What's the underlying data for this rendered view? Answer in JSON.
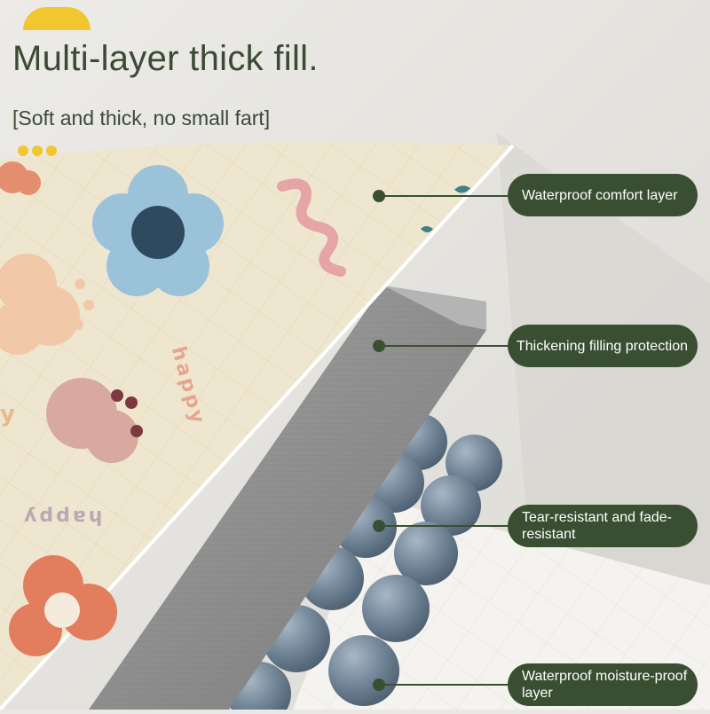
{
  "title": "Multi-layer thick fill.",
  "subtitle": "[Soft and thick, no small fart]",
  "mat_print": {
    "word_1": "happy",
    "word_2": "happy",
    "word_3": "y"
  },
  "callouts": [
    {
      "text": "Waterproof comfort layer"
    },
    {
      "text": "Thickening filling protection"
    },
    {
      "text": "Tear-resistant and fade-resistant"
    },
    {
      "text": "Waterproof moisture-proof layer"
    }
  ],
  "colors": {
    "label_bg": "#3a4f31",
    "title_text": "#3b4a33",
    "mat_top": "#efe6cf",
    "foam_layer": "#8e8e8e",
    "beads": "#6e8193",
    "accent_yellow": "#f2c62e"
  }
}
